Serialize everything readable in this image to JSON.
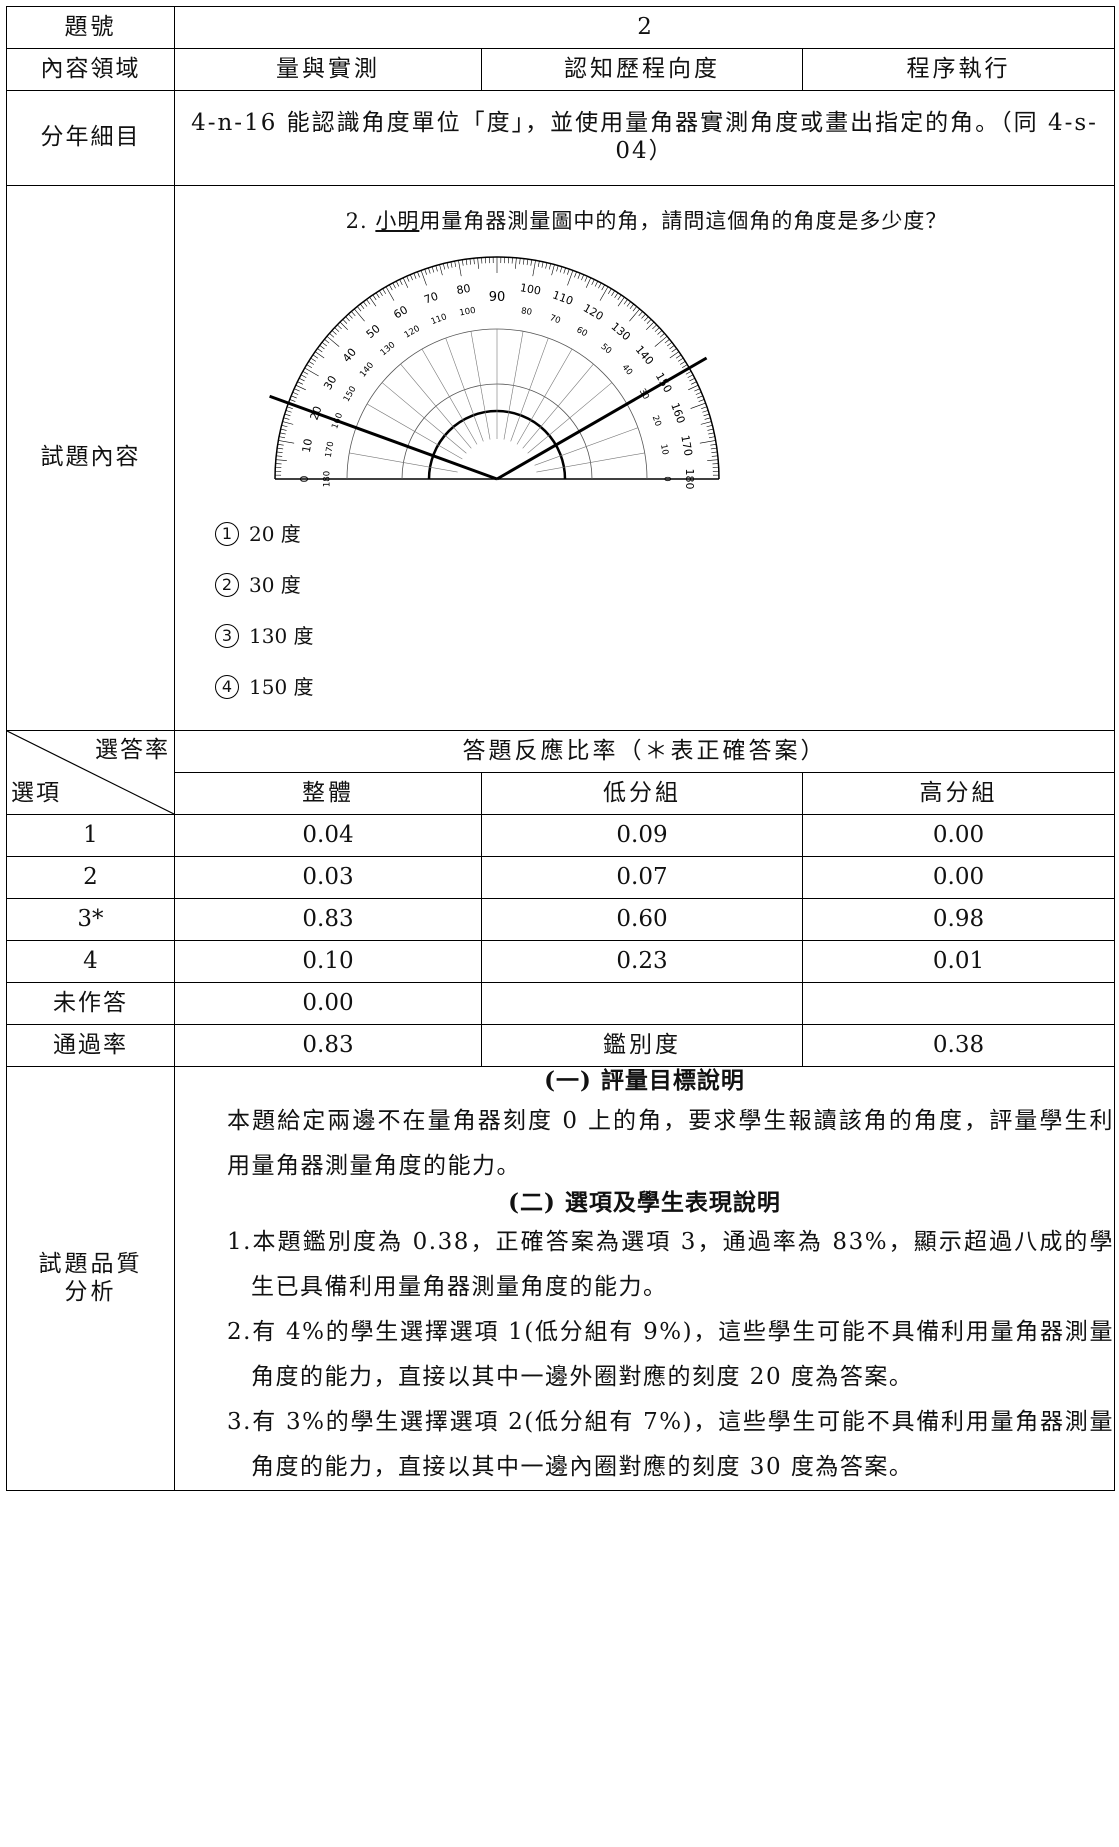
{
  "header": {
    "item_number_label": "題號",
    "item_number_value": "2",
    "domain_label": "內容領域",
    "domain_value": "量與實測",
    "process_label": "認知歷程向度",
    "process_value": "程序執行",
    "indicator_label": "分年細目",
    "indicator_value": "4-n-16 能認識角度單位「度」，並使用量角器實測角度或畫出指定的角。（同 4-s-04）"
  },
  "content": {
    "label": "試題內容",
    "question_number": "2. ",
    "question_name": "小明",
    "question_text": "用量角器測量圖中的角，請問這個角的角度是多少度？",
    "options": [
      {
        "mark": "1",
        "text": "20 度"
      },
      {
        "mark": "2",
        "text": "30 度"
      },
      {
        "mark": "3",
        "text": "130 度"
      },
      {
        "mark": "4",
        "text": "150 度"
      }
    ],
    "protractor": {
      "center_number": "90",
      "outer_scale": [
        "0",
        "10",
        "20",
        "30",
        "40",
        "50",
        "60",
        "70",
        "80",
        "100",
        "110",
        "120",
        "130",
        "140",
        "150",
        "160",
        "170",
        "180"
      ],
      "inner_scale": [
        "180",
        "170",
        "160",
        "150",
        "140",
        "130",
        "120",
        "110",
        "100",
        "80",
        "70",
        "60",
        "50",
        "40",
        "30",
        "20",
        "10",
        "0"
      ],
      "angle_arms_degrees": [
        20,
        150
      ]
    }
  },
  "responses": {
    "diag_top": "選答率",
    "diag_bottom": "選項",
    "title": "答題反應比率（＊表正確答案）",
    "columns": [
      "整體",
      "低分組",
      "高分組"
    ],
    "rows": [
      {
        "option": "1",
        "overall": "0.04",
        "low": "0.09",
        "high": "0.00"
      },
      {
        "option": "2",
        "overall": "0.03",
        "low": "0.07",
        "high": "0.00"
      },
      {
        "option": "3*",
        "overall": "0.83",
        "low": "0.60",
        "high": "0.98"
      },
      {
        "option": "4",
        "overall": "0.10",
        "low": "0.23",
        "high": "0.01"
      }
    ],
    "no_answer_label": "未作答",
    "no_answer_value": "0.00",
    "pass_rate_label": "通過率",
    "pass_rate_value": "0.83",
    "discrimination_label": "鑑別度",
    "discrimination_value": "0.38"
  },
  "analysis": {
    "label_line1": "試題品質",
    "label_line2": "分析",
    "section1_title": "(一) 評量目標說明",
    "section1_text": "本題給定兩邊不在量角器刻度 0 上的角，要求學生報讀該角的角度，評量學生利用量角器測量角度的能力。",
    "section2_title": "(二) 選項及學生表現說明",
    "points": [
      "1.本題鑑別度為 0.38，正確答案為選項 3，通過率為 83%，顯示超過八成的學生已具備利用量角器測量角度的能力。",
      "2.有 4%的學生選擇選項 1(低分組有 9%)，這些學生可能不具備利用量角器測量角度的能力，直接以其中一邊外圈對應的刻度 20 度為答案。",
      "3.有 3%的學生選擇選項 2(低分組有 7%)，這些學生可能不具備利用量角器測量角度的能力，直接以其中一邊內圈對應的刻度 30 度為答案。"
    ]
  }
}
